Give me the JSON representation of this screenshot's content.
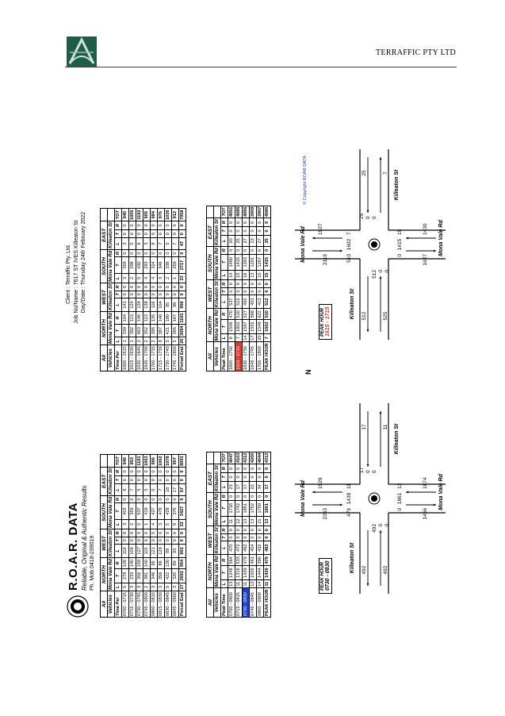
{
  "header": {
    "company": "TERRAFFIC PTY LTD"
  },
  "brand": {
    "title": "R.O.A.R. DATA",
    "subtitle": "Reliable, Original & Authentic Results",
    "phone": "Ph. Mob 0418-239019"
  },
  "info": {
    "client_label": "Client",
    "client": "Terraffic Pty. Ltd.",
    "job_label": "Job No/Name",
    "job": "7617 ST IVES Killeaton St",
    "day_label": "Day/Date",
    "day": "Thursday 24th February 2022"
  },
  "table_head": {
    "all": "All",
    "vehicles": "Vehicles",
    "time_per": "Time Per",
    "peak_time": "Peak Time",
    "tot": "TOT",
    "north": "NORTH",
    "west": "WEST",
    "south": "SOUTH",
    "east": "EAST",
    "mona": "Mona Vale Rd",
    "kill": "Killeaton St",
    "L": "L",
    "T": "T",
    "R": "R"
  },
  "am_table": {
    "rows": [
      [
        "0700 - 0715",
        "5",
        "278",
        "126",
        "119",
        "0",
        "0",
        "3",
        "403",
        "0",
        "6",
        "0",
        "0",
        "940"
      ],
      [
        "0715 - 0730",
        "3",
        "233",
        "140",
        "109",
        "0",
        "0",
        "2",
        "359",
        "0",
        "7",
        "0",
        "0",
        "853"
      ],
      [
        "0730 - 0745",
        "3",
        "356",
        "158",
        "127",
        "0",
        "0",
        "5",
        "537",
        "0",
        "5",
        "0",
        "0",
        "1191"
      ],
      [
        "0745 - 0800",
        "2",
        "381",
        "140",
        "115",
        "0",
        "0",
        "1",
        "419",
        "0",
        "5",
        "0",
        "0",
        "1063"
      ],
      [
        "0800 - 0815",
        "3",
        "346",
        "95",
        "121",
        "0",
        "0",
        "4",
        "427",
        "0",
        "0",
        "0",
        "0",
        "996"
      ],
      [
        "0815 - 0830",
        "3",
        "356",
        "86",
        "129",
        "0",
        "0",
        "3",
        "478",
        "0",
        "7",
        "0",
        "0",
        "1062"
      ],
      [
        "0830 - 0845",
        "5",
        "422",
        "130",
        "89",
        "0",
        "0",
        "5",
        "428",
        "0",
        "18",
        "0",
        "0",
        "1078"
      ],
      [
        "0845 - 0900",
        "3",
        "320",
        "89",
        "93",
        "0",
        "0",
        "9",
        "376",
        "0",
        "17",
        "0",
        "0",
        "907"
      ]
    ],
    "period_label": "Period End",
    "period": [
      "27",
      "2692",
      "954",
      "902",
      "0",
      "0",
      "32",
      "3427",
      "0",
      "57",
      "0",
      "0",
      "8091"
    ]
  },
  "pm_table": {
    "rows": [
      [
        "1600 - 1615",
        "1",
        "339",
        "104",
        "141",
        "0",
        "0",
        "3",
        "359",
        "0",
        "3",
        "0",
        "0",
        "940"
      ],
      [
        "1615 - 1630",
        "1",
        "392",
        "113",
        "124",
        "0",
        "0",
        "2",
        "398",
        "0",
        "5",
        "0",
        "0",
        "1005"
      ],
      [
        "1630 - 1645",
        "2",
        "463",
        "140",
        "134",
        "0",
        "0",
        "5",
        "430",
        "0",
        "9",
        "0",
        "0",
        "1192"
      ],
      [
        "1645 - 1700",
        "2",
        "352",
        "113",
        "138",
        "0",
        "0",
        "4",
        "293",
        "0",
        "3",
        "0",
        "0",
        "905"
      ],
      [
        "1700 - 1715",
        "2",
        "395",
        "135",
        "116",
        "0",
        "0",
        "4",
        "324",
        "0",
        "8",
        "0",
        "0",
        "984"
      ],
      [
        "1715 - 1730",
        "8",
        "387",
        "140",
        "104",
        "0",
        "0",
        "3",
        "346",
        "0",
        "7",
        "0",
        "0",
        "976"
      ],
      [
        "1730 - 1745",
        "5",
        "421",
        "180",
        "95",
        "0",
        "0",
        "2",
        "338",
        "0",
        "5",
        "0",
        "0",
        "1036"
      ],
      [
        "1745 - 1800",
        "5",
        "365",
        "167",
        "98",
        "0",
        "0",
        "1",
        "269",
        "0",
        "7",
        "0",
        "0",
        "912"
      ]
    ],
    "period_label": "Period End",
    "period": [
      "26",
      "3094",
      "1101",
      "950",
      "0",
      "0",
      "23",
      "2717",
      "0",
      "47",
      "0",
      "0",
      "7958"
    ]
  },
  "am_peak": {
    "rows": [
      [
        "0700 - 0800",
        "13",
        "1248",
        "564",
        "470",
        "0",
        "0",
        "11",
        "1718",
        "0",
        "23",
        "0",
        "0",
        "4047"
      ],
      [
        "0715 - 0815",
        "11",
        "1316",
        "533",
        "472",
        "0",
        "0",
        "12",
        "1742",
        "0",
        "17",
        "0",
        "0",
        "4103"
      ],
      [
        "0730 - 0830",
        "11",
        "1439",
        "479",
        "492",
        "0",
        "0",
        "13",
        "1861",
        "0",
        "17",
        "0",
        "0",
        "4312"
      ],
      [
        "0745 - 0845",
        "13",
        "1505",
        "461",
        "454",
        "0",
        "0",
        "13",
        "1752",
        "0",
        "22",
        "0",
        "0",
        "4200"
      ],
      [
        "0800 - 0900",
        "14",
        "1444",
        "390",
        "432",
        "0",
        "0",
        "21",
        "1709",
        "0",
        "34",
        "0",
        "0",
        "4044"
      ]
    ],
    "peak_label": "PEAK HOUR",
    "peak": [
      "11",
      "1439",
      "479",
      "492",
      "0",
      "0",
      "13",
      "1861",
      "0",
      "17",
      "0",
      "0",
      "4312"
    ]
  },
  "pm_peak": {
    "rows": [
      [
        "1600 - 1700",
        "6",
        "1546",
        "470",
        "537",
        "0",
        "0",
        "14",
        "1480",
        "0",
        "20",
        "0",
        "0",
        "4051"
      ],
      [
        "1615 - 1715",
        "7",
        "1602",
        "510",
        "512",
        "0",
        "0",
        "15",
        "1415",
        "0",
        "25",
        "0",
        "0",
        "4086"
      ],
      [
        "1630 - 1730",
        "14",
        "1597",
        "527",
        "492",
        "0",
        "0",
        "16",
        "1393",
        "0",
        "27",
        "0",
        "0",
        "4056"
      ],
      [
        "1645 - 1745",
        "17",
        "1555",
        "568",
        "453",
        "0",
        "0",
        "13",
        "1291",
        "0",
        "23",
        "0",
        "0",
        "3909"
      ],
      [
        "1700 - 1800",
        "20",
        "1548",
        "622",
        "413",
        "0",
        "0",
        "10",
        "1267",
        "0",
        "27",
        "0",
        "0",
        "3907"
      ]
    ],
    "peak_label": "PEAK HOUR",
    "peak": [
      "7",
      "1602",
      "510",
      "512",
      "0",
      "0",
      "15",
      "1415",
      "0",
      "25",
      "0",
      "0",
      "4086"
    ]
  },
  "am_diagram": {
    "peak_label": "PEAK HOUR",
    "peak_time": "0730 - 0830",
    "north_road": "Mona Vale Rd",
    "south_road": "Mona Vale Rd",
    "west_road": "Killeaton St",
    "east_road": "Killeaton St",
    "north_in": "2353",
    "north_out": "1929",
    "n_l": "479",
    "n_t": "1439",
    "n_r": "11",
    "south_in": "1874",
    "south_out": "1456",
    "s_l": "13",
    "s_t": "1861",
    "s_r": "0",
    "west_in": "492",
    "west_out": "492",
    "w_l": "492",
    "w_t": "0",
    "w_r": "0",
    "east_in": "17",
    "east_out": "11",
    "e_l": "17",
    "e_t": "0",
    "e_r": "0"
  },
  "pm_diagram": {
    "peak_label": "PEAK HOUR",
    "peak_time": "1615 - 1715",
    "north_road": "Mona Vale Rd",
    "south_road": "Mona Vale Rd",
    "west_road": "Killeaton St",
    "east_road": "Killeaton St",
    "north_in": "2119",
    "north_out": "1927",
    "n_l": "510",
    "n_t": "1602",
    "n_r": "7",
    "south_in": "1430",
    "south_out": "1627",
    "s_l": "15",
    "s_t": "1415",
    "s_r": "0",
    "west_in": "525",
    "west_out": "512",
    "w_l": "512",
    "w_t": "0",
    "w_r": "0",
    "east_in": "25",
    "east_out": "7",
    "e_l": "25",
    "e_t": "0",
    "e_r": "0"
  },
  "north_label": "N",
  "copyright": "© Copyright ROAR DATA",
  "colors": {
    "highlight_am": "#1b3fd6",
    "highlight_pm": "#e5392e",
    "logo": "#1f5d4a"
  }
}
